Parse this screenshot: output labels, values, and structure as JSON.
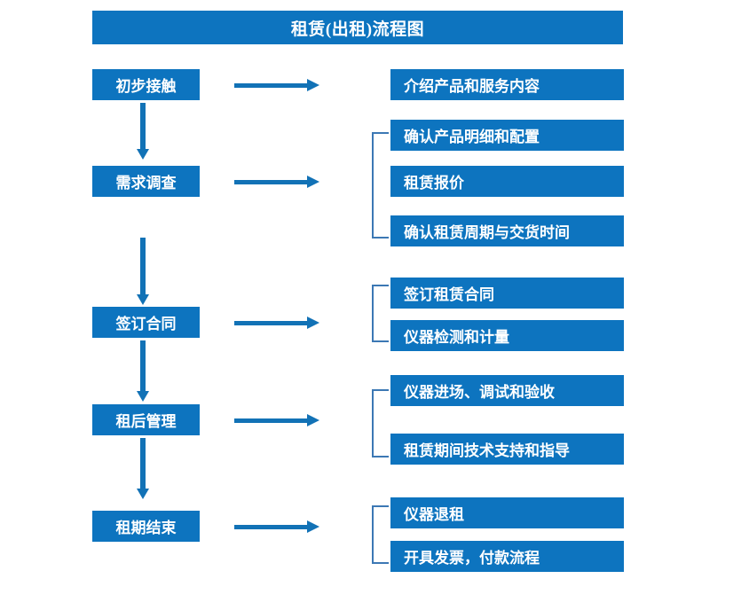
{
  "title": "租赁(出租)流程图",
  "colors": {
    "box_blue": "#0D74BF",
    "arrow_blue": "#1272B6",
    "bracket_blue": "#3C78B4",
    "text_white": "#FFFFFF",
    "background": "#FFFFFF"
  },
  "stages": [
    {
      "label": "初步接触",
      "details": [
        "介绍产品和服务内容"
      ]
    },
    {
      "label": "需求调查",
      "details": [
        "确认产品明细和配置",
        "租赁报价",
        "确认租赁周期与交货时间"
      ]
    },
    {
      "label": "签订合同",
      "details": [
        "签订租赁合同",
        "仪器检测和计量"
      ]
    },
    {
      "label": "租后管理",
      "details": [
        "仪器进场、调试和验收",
        "租赁期间技术支持和指导"
      ]
    },
    {
      "label": "租期结束",
      "details": [
        "仪器退租",
        "开具发票，付款流程"
      ]
    }
  ]
}
